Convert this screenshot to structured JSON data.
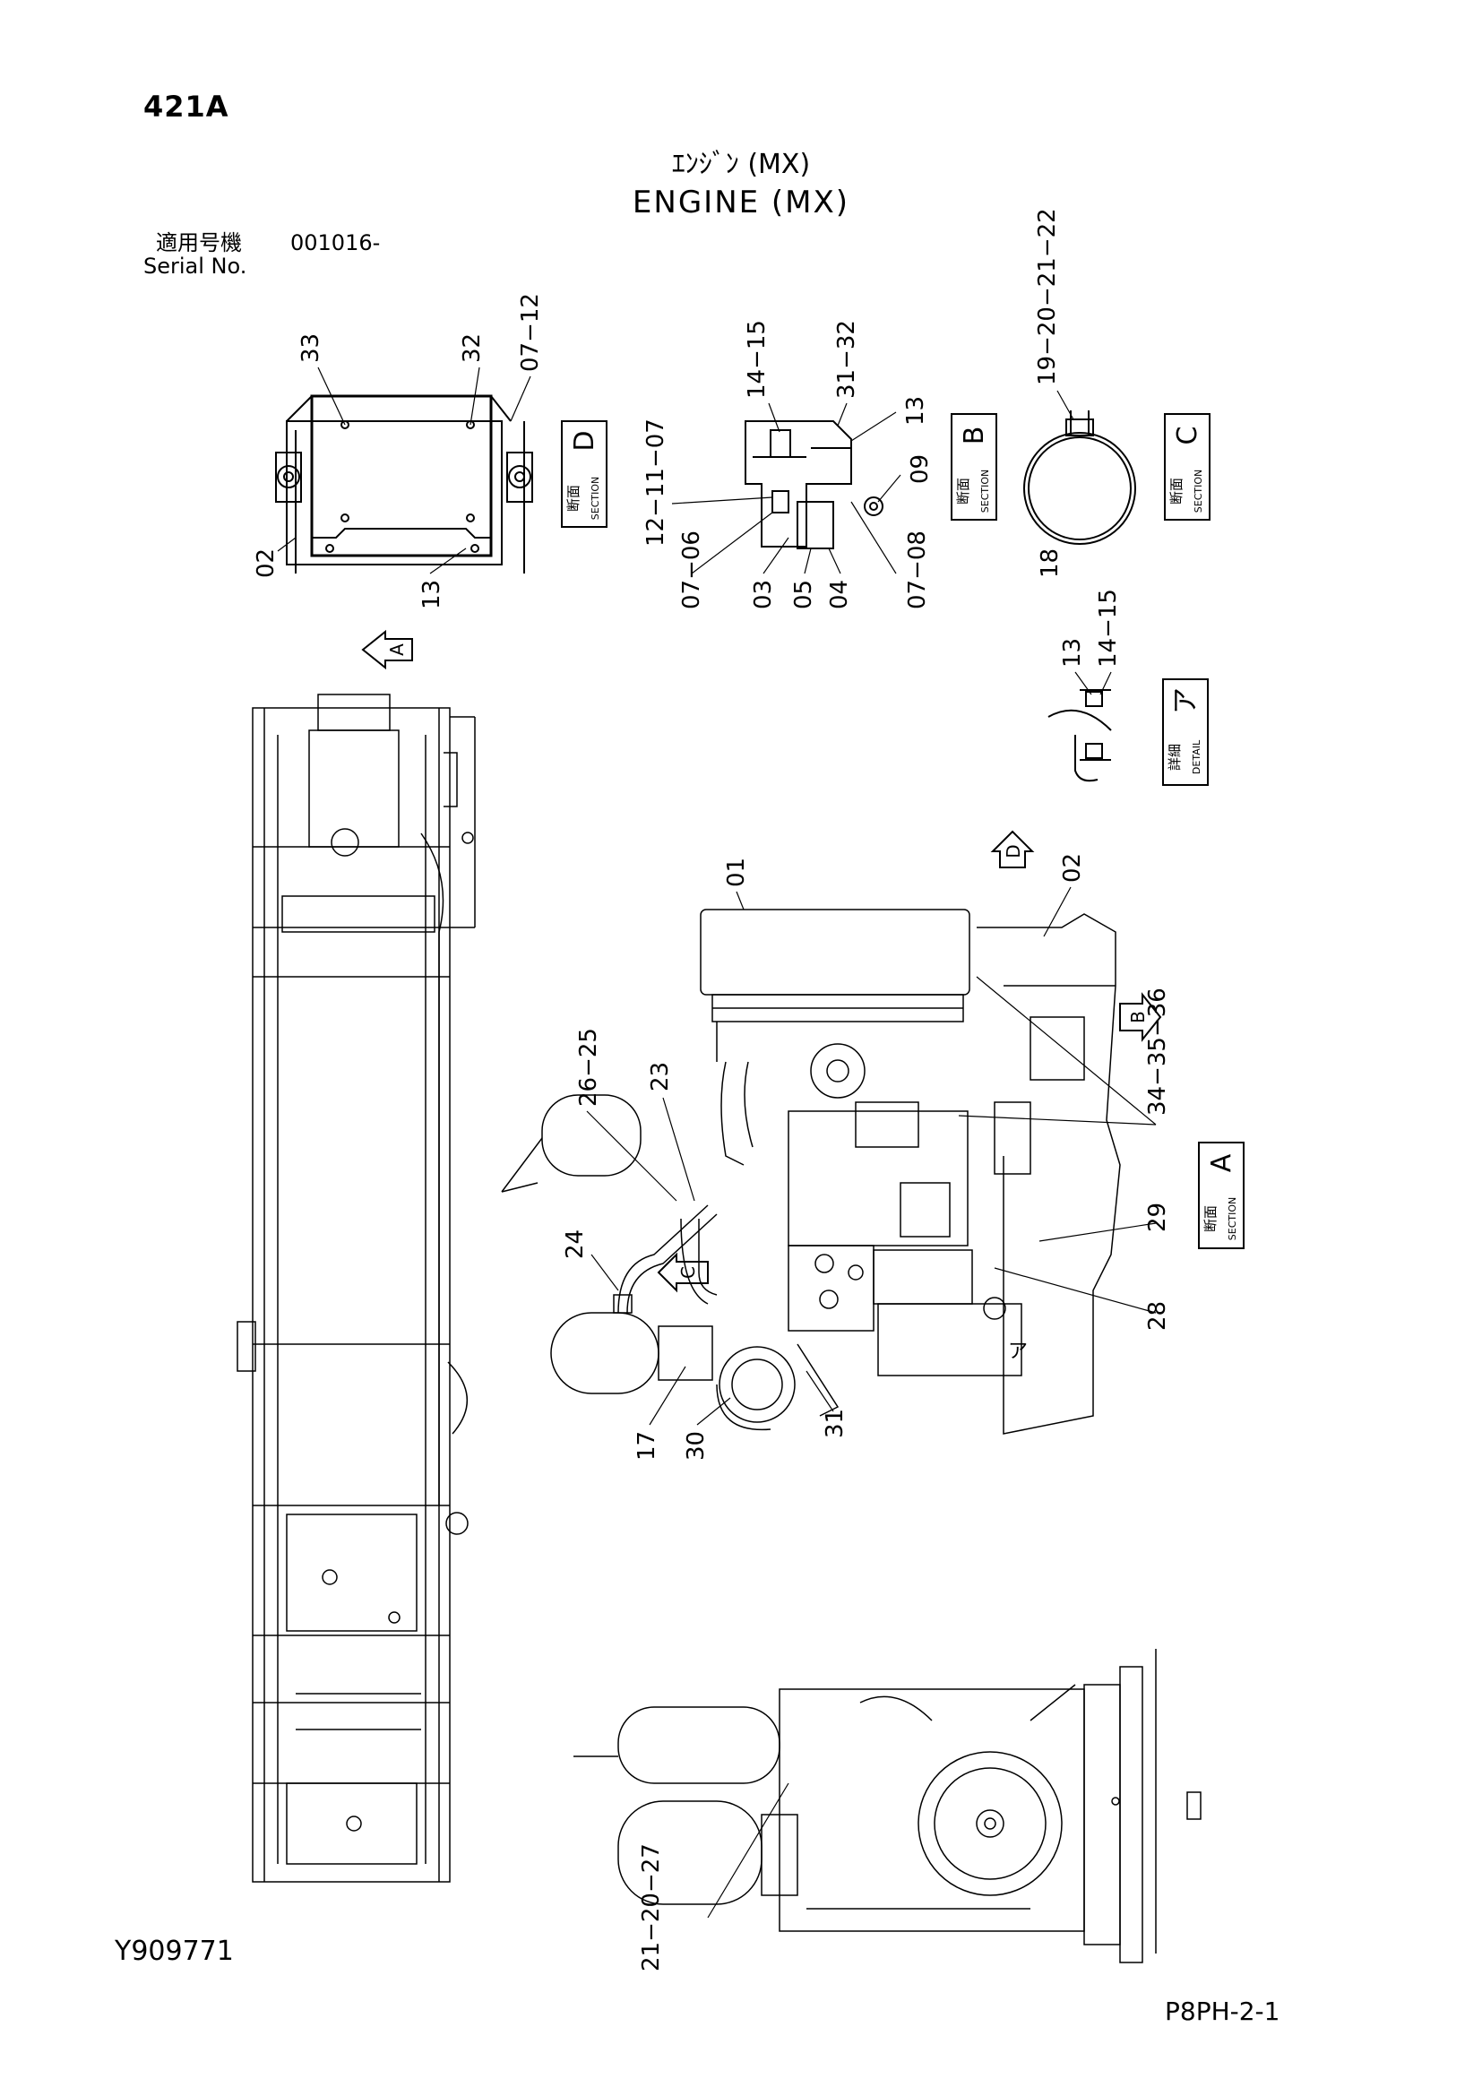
{
  "header": {
    "page_code": "421A",
    "title_jp": "ｴﾝｼﾞﾝ (MX)",
    "title_en": "ENGINE (MX)",
    "serial_label_jp": "適用号機",
    "serial_number": "001016-",
    "serial_label_en": "Serial No."
  },
  "footer": {
    "doc_id": "Y909771",
    "page_ref": "P8PH-2-1"
  },
  "sections": {
    "D": {
      "letter": "D",
      "jp": "断面",
      "en": "SECTION"
    },
    "B": {
      "letter": "B",
      "jp": "断面",
      "en": "SECTION"
    },
    "C": {
      "letter": "C",
      "jp": "断面",
      "en": "SECTION"
    },
    "A": {
      "letter": "A",
      "jp": "断面",
      "en": "SECTION"
    },
    "detail": {
      "letter": "ア",
      "jp": "詳細",
      "en": "DETAIL"
    }
  },
  "view_arrows": {
    "A": "A",
    "D": "D",
    "B": "B",
    "C": "C",
    "detail": "ア"
  },
  "callouts": {
    "secD_33": "33",
    "secD_32": "32",
    "secD_07_12": "07−12",
    "secD_02": "02",
    "secD_13": "13",
    "secB_14_15": "14−15",
    "secB_31_32": "31−32",
    "secB_13": "13",
    "secB_12_11_07": "12−11−07",
    "secB_09": "09",
    "secB_07_06": "07−06",
    "secB_03": "03",
    "secB_05": "05",
    "secB_04": "04",
    "secB_07_08": "07−08",
    "secC_19_22": "19−20−21−22",
    "secC_18": "18",
    "det_13": "13",
    "det_14_15": "14−15",
    "main_01": "01",
    "main_02": "02",
    "main_26_25": "26−25",
    "main_23": "23",
    "main_34_36": "34−35−36",
    "main_24": "24",
    "main_29": "29",
    "main_28": "28",
    "main_17": "17",
    "main_30": "30",
    "main_31": "31",
    "bottom_21_20_27": "21−20−27"
  }
}
